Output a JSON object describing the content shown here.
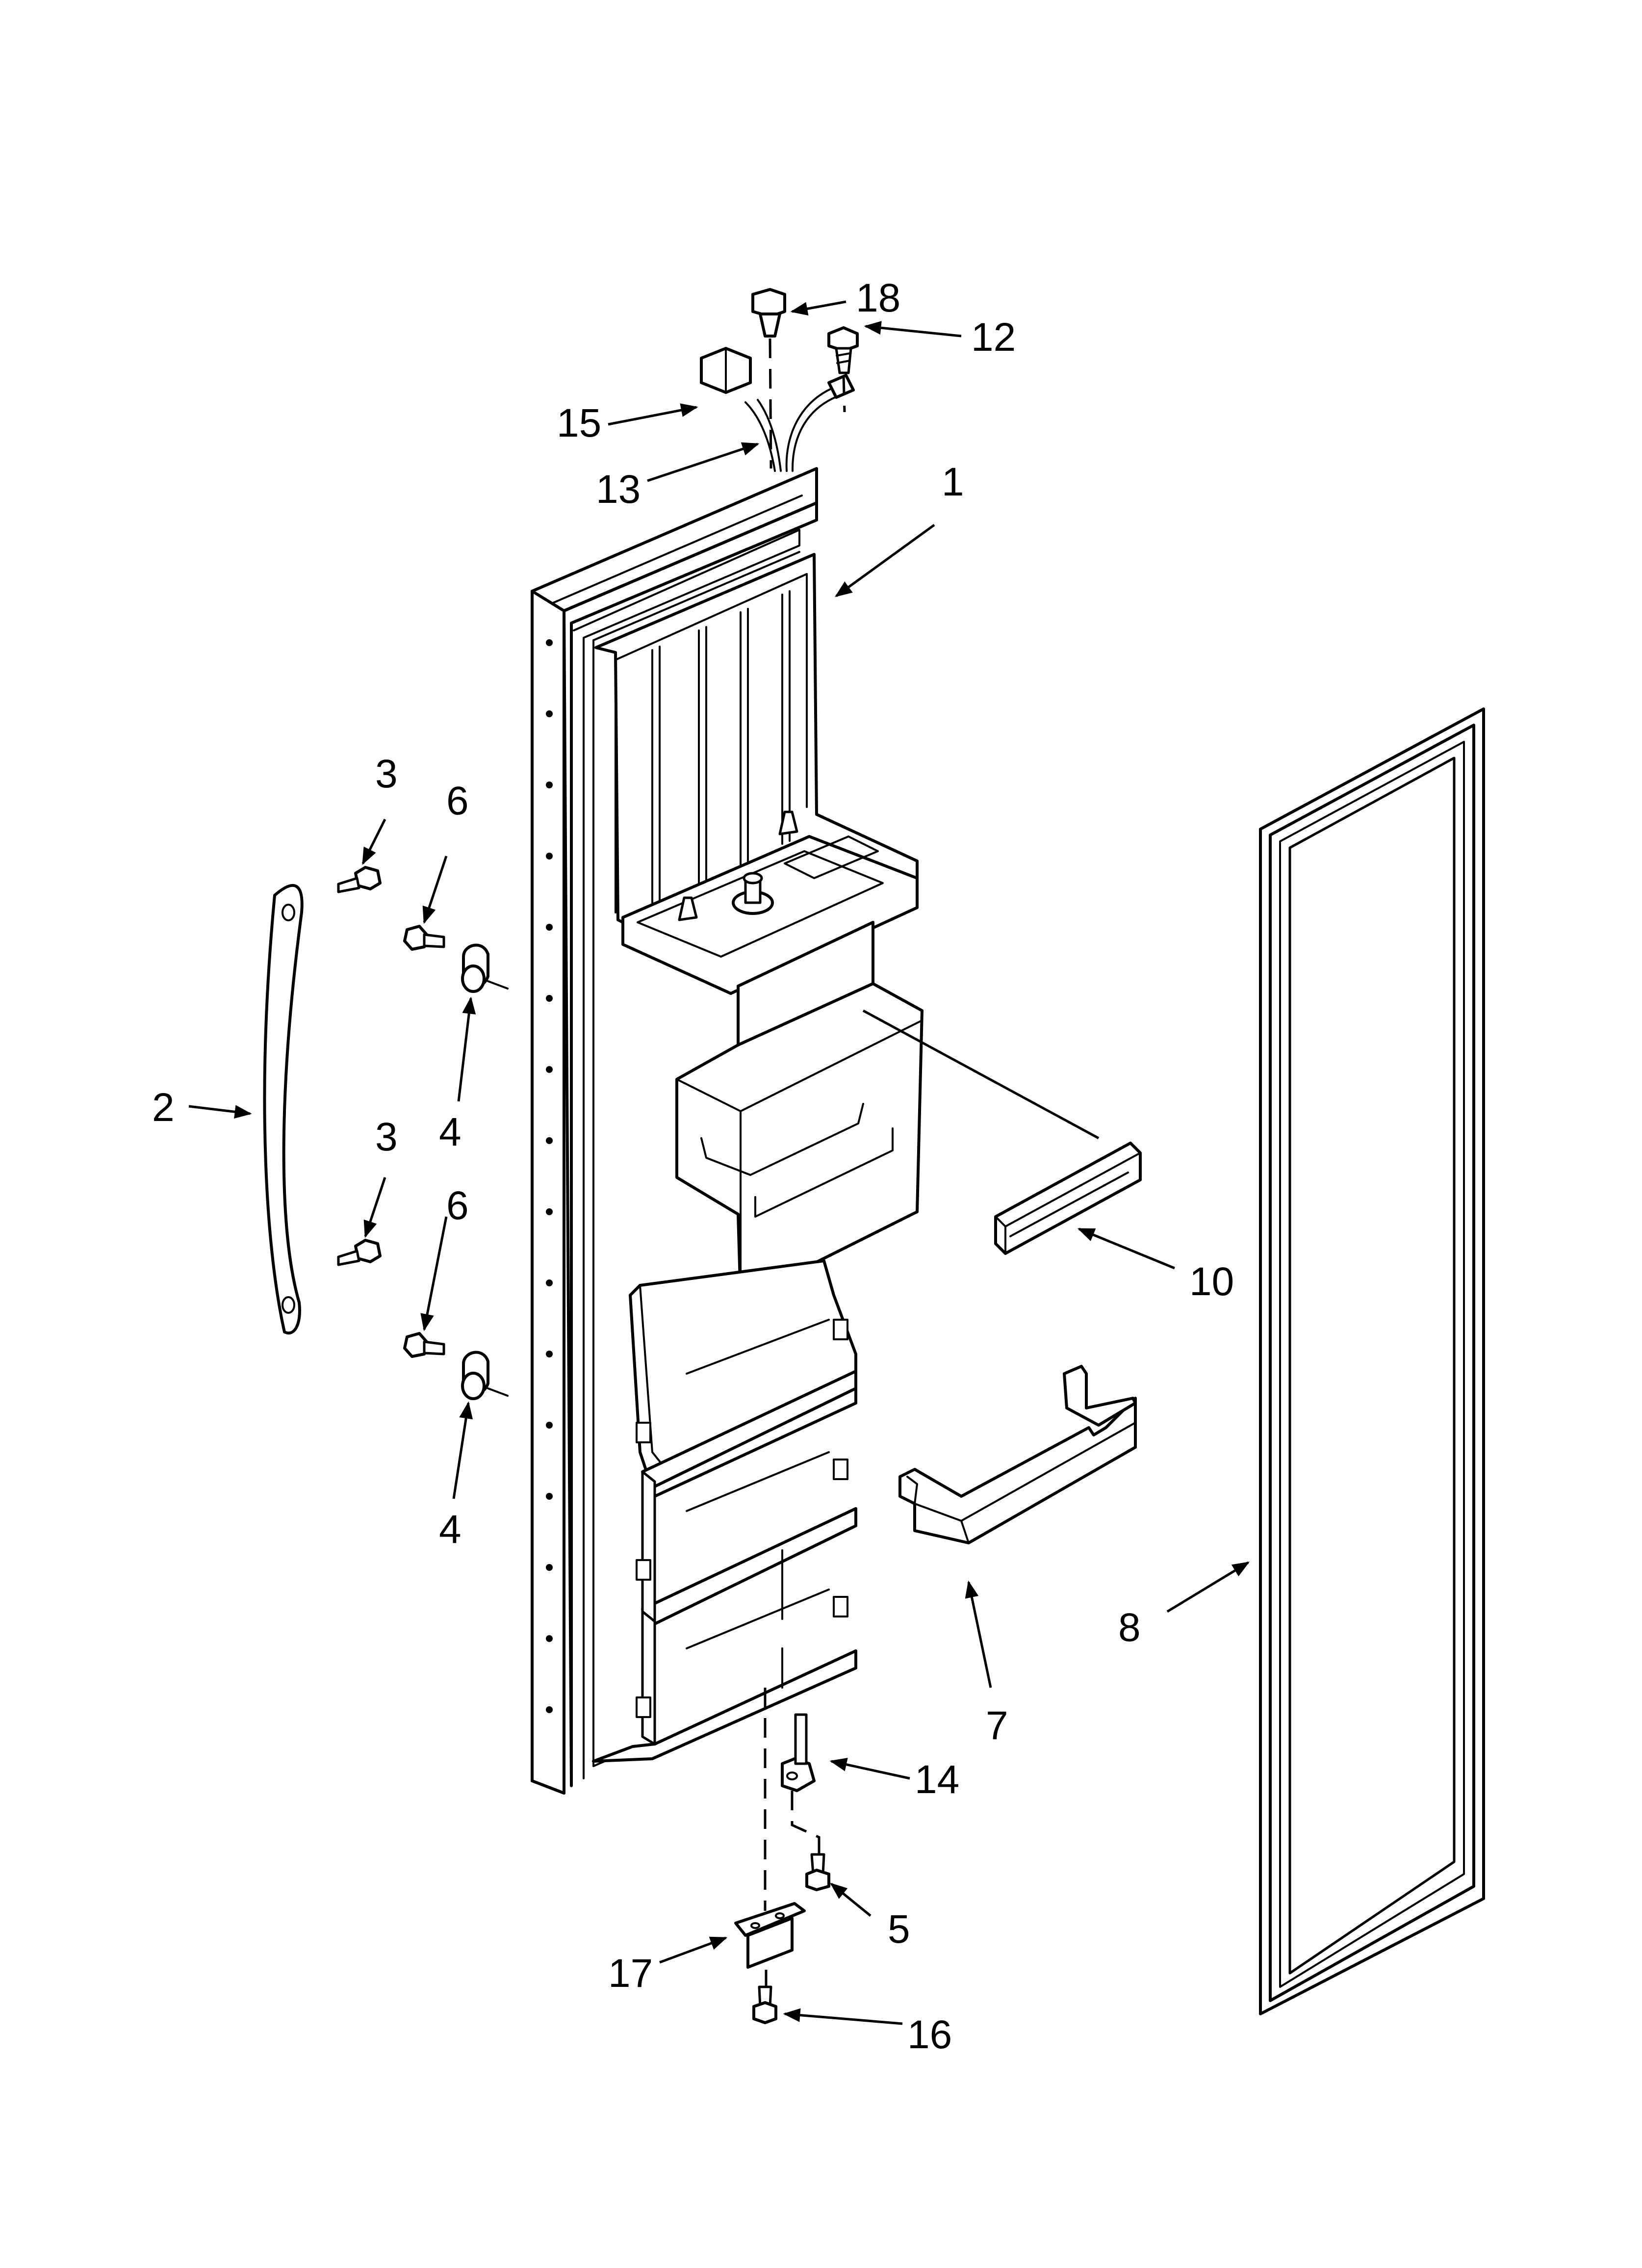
{
  "diagram": {
    "callouts": [
      {
        "id": "c18",
        "label": "18"
      },
      {
        "id": "c12",
        "label": "12"
      },
      {
        "id": "c15",
        "label": "15"
      },
      {
        "id": "c13",
        "label": "13"
      },
      {
        "id": "c1",
        "label": "1"
      },
      {
        "id": "c3a",
        "label": "3"
      },
      {
        "id": "c6a",
        "label": "6"
      },
      {
        "id": "c2",
        "label": "2"
      },
      {
        "id": "c4a",
        "label": "4"
      },
      {
        "id": "c3b",
        "label": "3"
      },
      {
        "id": "c6b",
        "label": "6"
      },
      {
        "id": "c10",
        "label": "10"
      },
      {
        "id": "c4b",
        "label": "4"
      },
      {
        "id": "c8",
        "label": "8"
      },
      {
        "id": "c7",
        "label": "7"
      },
      {
        "id": "c14",
        "label": "14"
      },
      {
        "id": "c5",
        "label": "5"
      },
      {
        "id": "c17",
        "label": "17"
      },
      {
        "id": "c16",
        "label": "16"
      }
    ]
  }
}
